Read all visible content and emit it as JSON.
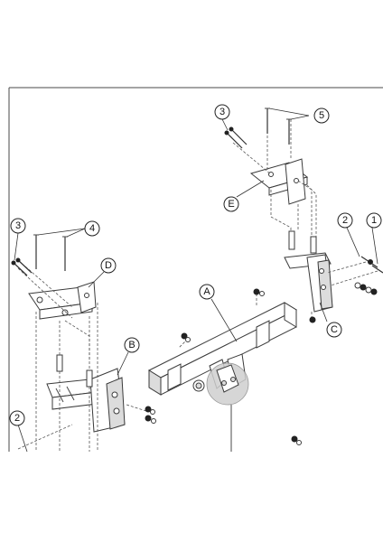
{
  "callouts": {
    "a": "A",
    "b": "B",
    "c": "C",
    "d": "D",
    "e": "E",
    "n1": "1",
    "n2_right": "2",
    "n2_left": "2",
    "n3_top": "3",
    "n3_left": "3",
    "n4": "4",
    "n5": "5"
  }
}
